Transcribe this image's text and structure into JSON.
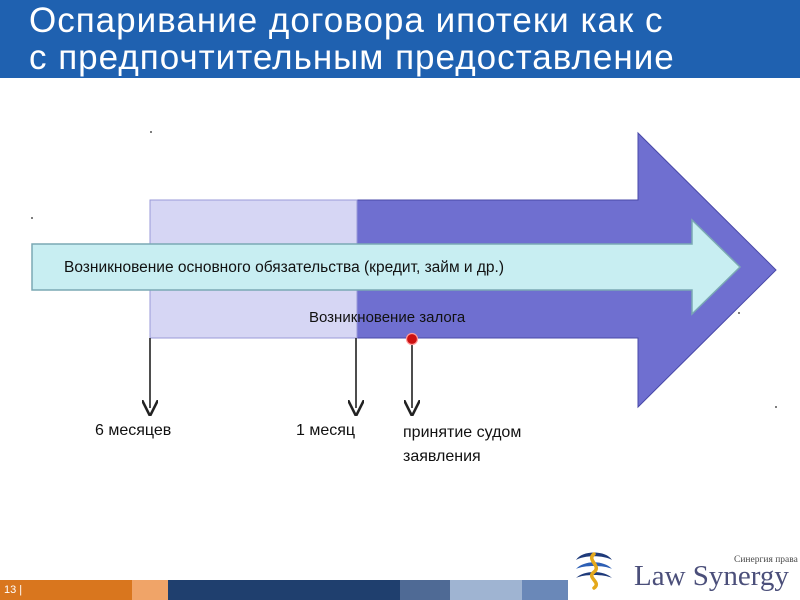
{
  "header": {
    "title_line1": "Оспаривание договора ипотеки как с",
    "title_line2": "с предпочтительным предоставление",
    "background": "#1f61b0"
  },
  "diagram": {
    "obligation_label": "Возникновение основного обязательства (кредит, займ и др.)",
    "pledge_label": "Возникновение залога",
    "markers": [
      {
        "label": "6 месяцев"
      },
      {
        "label": "1 месяц"
      },
      {
        "label": "принятие судом заявления"
      }
    ],
    "colors": {
      "big_arrow": "#6f6fd0",
      "light_band": "#d6d6f4",
      "inner_arrow": "#c8eef2",
      "event_dot": "#cc1111"
    }
  },
  "footer": {
    "page_number": "13 |"
  },
  "logo": {
    "name": "Law Synergy",
    "tagline": "Синергия права"
  }
}
